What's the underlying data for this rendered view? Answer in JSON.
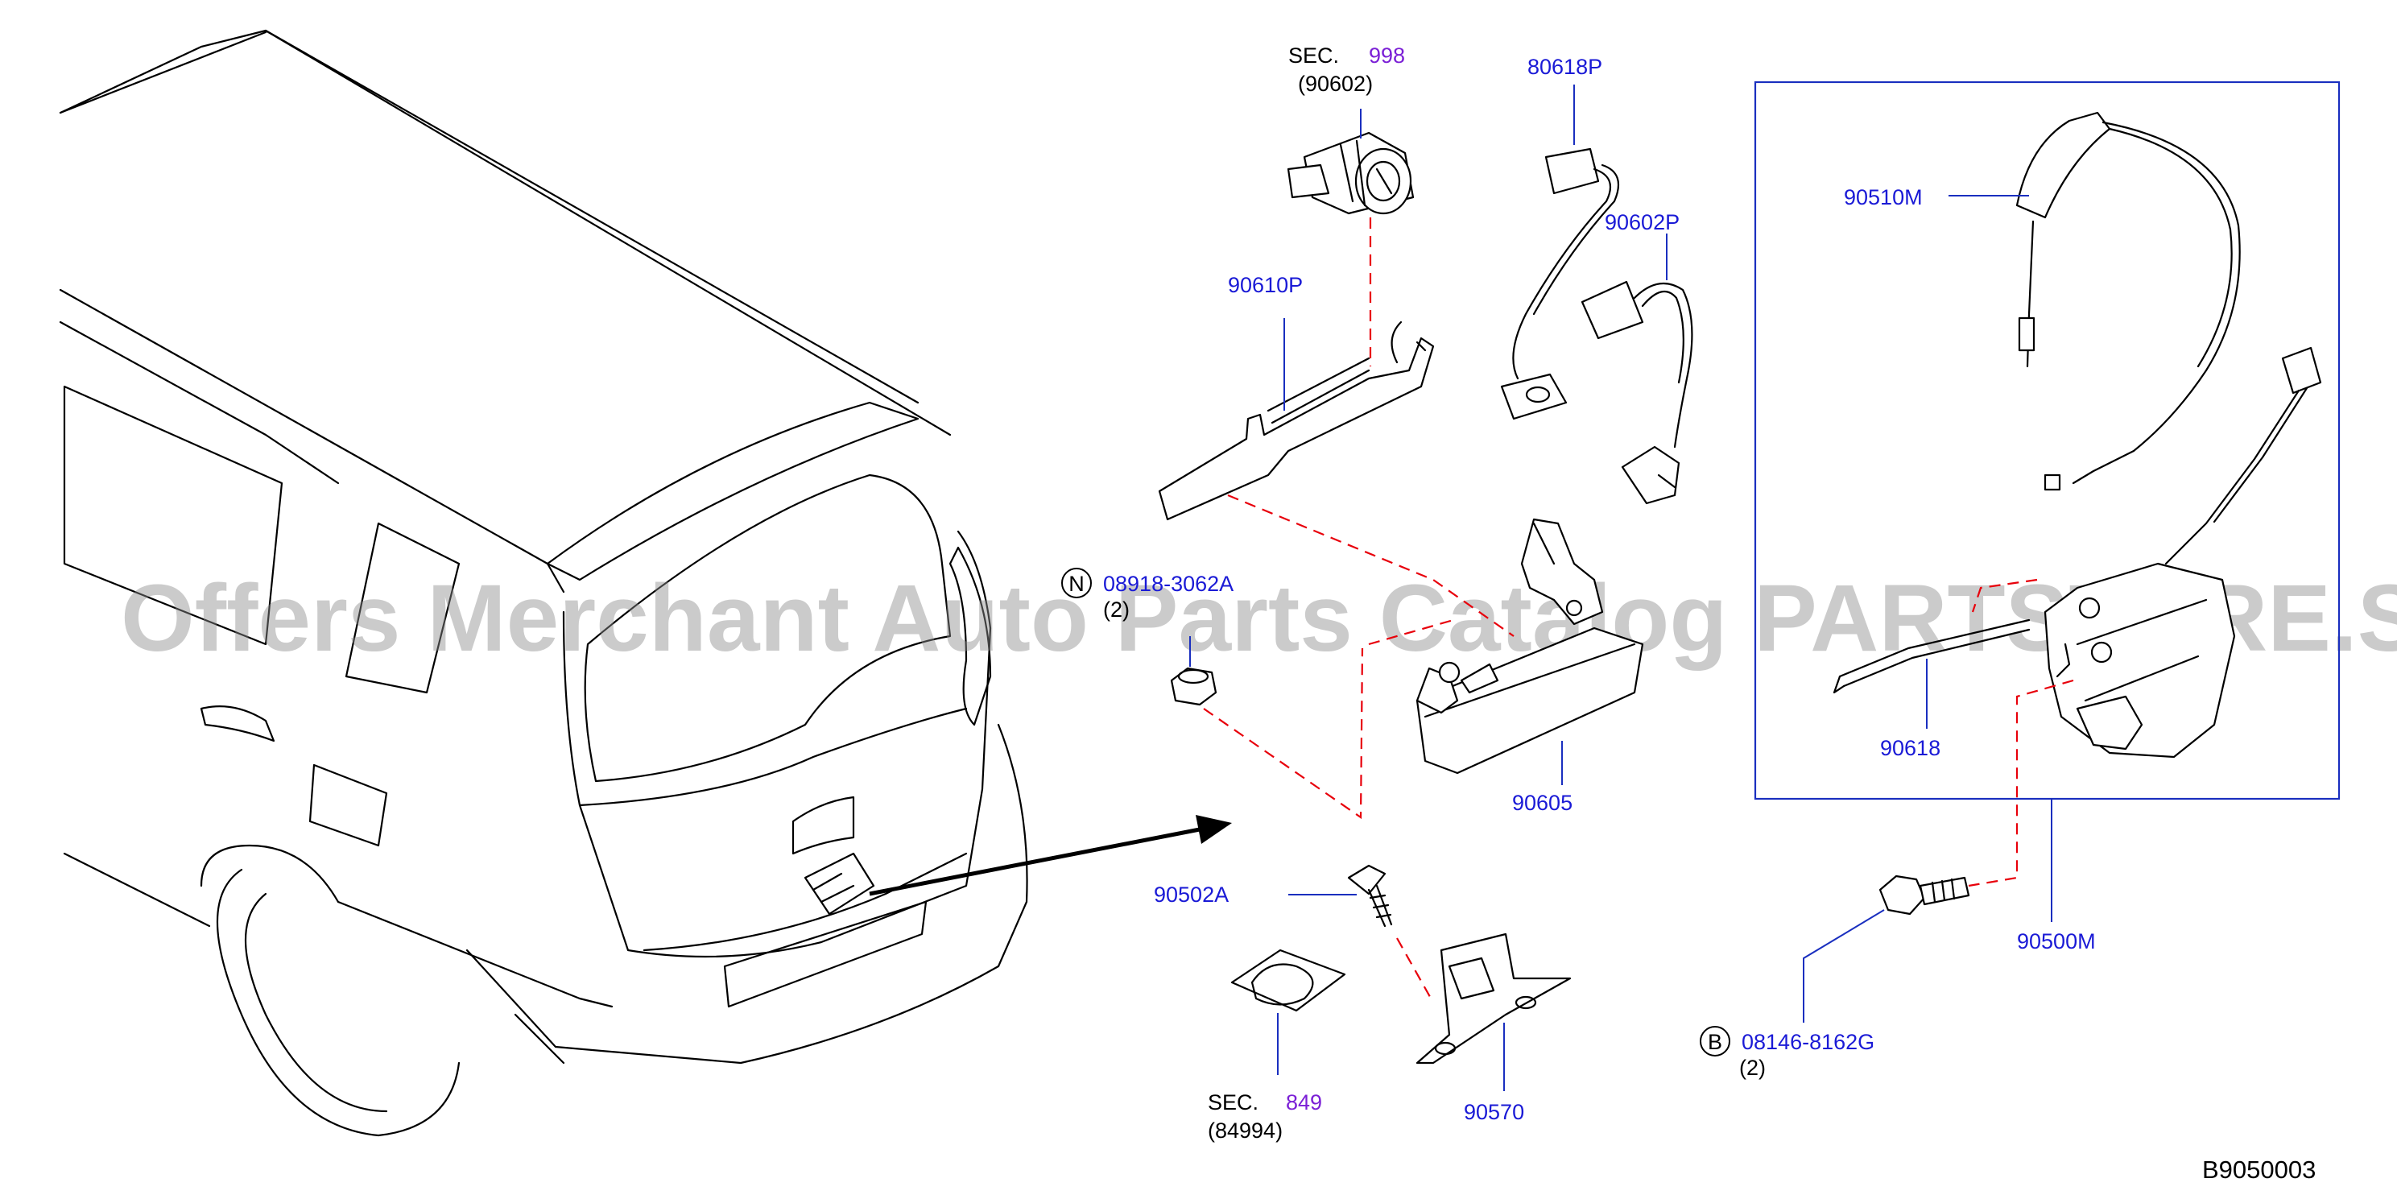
{
  "parts": {
    "p90610P": "90610P",
    "p80618P": "80618P",
    "p90602P": "90602P",
    "p90510M": "90510M",
    "p90618": "90618",
    "p90605": "90605",
    "p90502A": "90502A",
    "p90570": "90570",
    "p90500M": "90500M"
  },
  "fasteners": {
    "nut": {
      "symbol": "N",
      "number": "08918-3062A",
      "qty": "(2)"
    },
    "bolt": {
      "symbol": "B",
      "number": "08146-8162G",
      "qty": "(2)"
    }
  },
  "sections": {
    "upper": {
      "prefix": "SEC.",
      "number": "998",
      "sub": "(90602)"
    },
    "lower": {
      "prefix": "SEC.",
      "number": "849",
      "sub": "(84994)"
    }
  },
  "diagram_code": "B9050003",
  "watermark": "Offers Merchant Auto Parts Catalog PARTSTORE.SA",
  "colors": {
    "label": "#1a1ad6",
    "section": "#7b1fd6",
    "dashed": "#e8000b",
    "leader": "#1a2fbf"
  }
}
